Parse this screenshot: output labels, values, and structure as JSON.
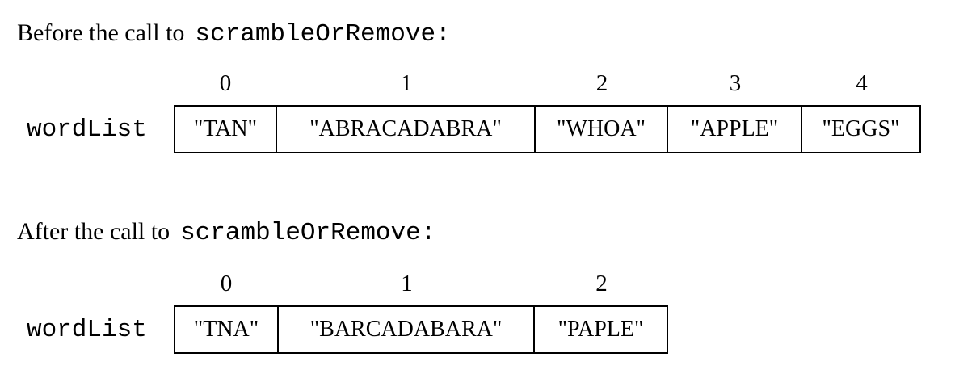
{
  "page": {
    "background_color": "#ffffff",
    "text_color": "#000000",
    "border_color": "#000000"
  },
  "sections": [
    {
      "id": "before",
      "heading_text": "Before the call to",
      "heading_code": "scrambleOrRemove:",
      "array_label": "wordList",
      "indices": [
        "0",
        "1",
        "2",
        "3",
        "4"
      ],
      "cells": [
        "\"TAN\"",
        "\"ABRACADABRA\"",
        "\"WHOA\"",
        "\"APPLE\"",
        "\"EGGS\""
      ]
    },
    {
      "id": "after",
      "heading_text": "After the call to",
      "heading_code": "scrambleOrRemove:",
      "array_label": "wordList",
      "indices": [
        "0",
        "1",
        "2"
      ],
      "cells": [
        "\"TNA\"",
        "\"BARCADABARA\"",
        "\"PAPLE\""
      ]
    }
  ]
}
